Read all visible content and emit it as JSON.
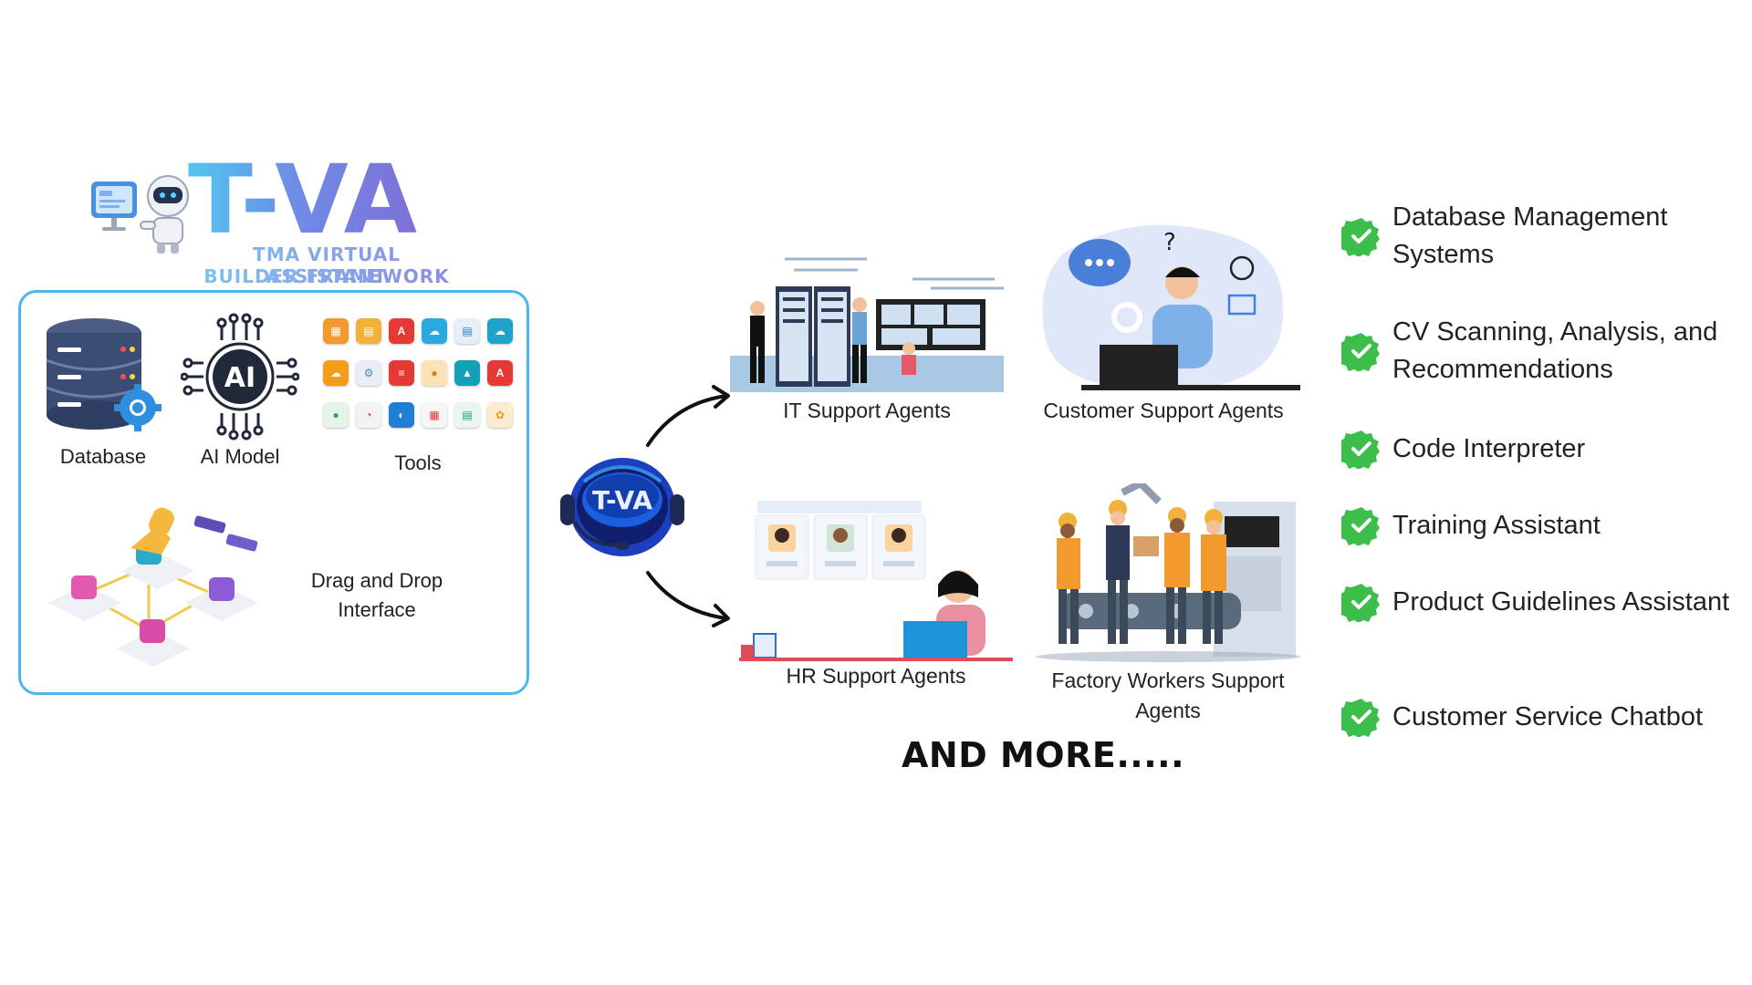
{
  "logo": {
    "title": "T-VA",
    "subtitle_line1": "TMA VIRTUAL ASSISTANT",
    "subtitle_line2": "BUILDER FRAMEWORK"
  },
  "framework": {
    "database_label": "Database",
    "ai_model_label": "AI Model",
    "ai_badge": "AI",
    "tools_label": "Tools",
    "dnd_label": "Drag and Drop Interface"
  },
  "bot": {
    "badge": "T-VA"
  },
  "agents": [
    {
      "label": "IT Support Agents"
    },
    {
      "label": "Customer Support Agents"
    },
    {
      "label": "HR Support Agents"
    },
    {
      "label": "Factory Workers Support Agents"
    }
  ],
  "and_more": "AND MORE.....",
  "features": [
    {
      "text": "Database Management Systems"
    },
    {
      "text": "CV Scanning, Analysis, and Recommendations"
    },
    {
      "text": "Code Interpreter"
    },
    {
      "text": "Training Assistant"
    },
    {
      "text": "Product Guidelines Assistant"
    },
    {
      "text": "Customer Service Chatbot"
    }
  ],
  "colors": {
    "box_border": "#4cb6ef",
    "check_green": "#3cbf4a",
    "arrow": "#111111"
  },
  "icons": {
    "tools": [
      "calendar-icon",
      "spreadsheet-icon",
      "acrobat-icon",
      "cloud-icon",
      "calendar-icon",
      "onedrive-icon",
      "orange-cloud-icon",
      "gear-icon",
      "database-icon",
      "maps-icon",
      "drive-icon",
      "acrobat-icon",
      "map-pin-icon",
      "chrome-icon",
      "edge-icon",
      "calendar-icon",
      "sheets-icon",
      "photos-icon"
    ]
  }
}
